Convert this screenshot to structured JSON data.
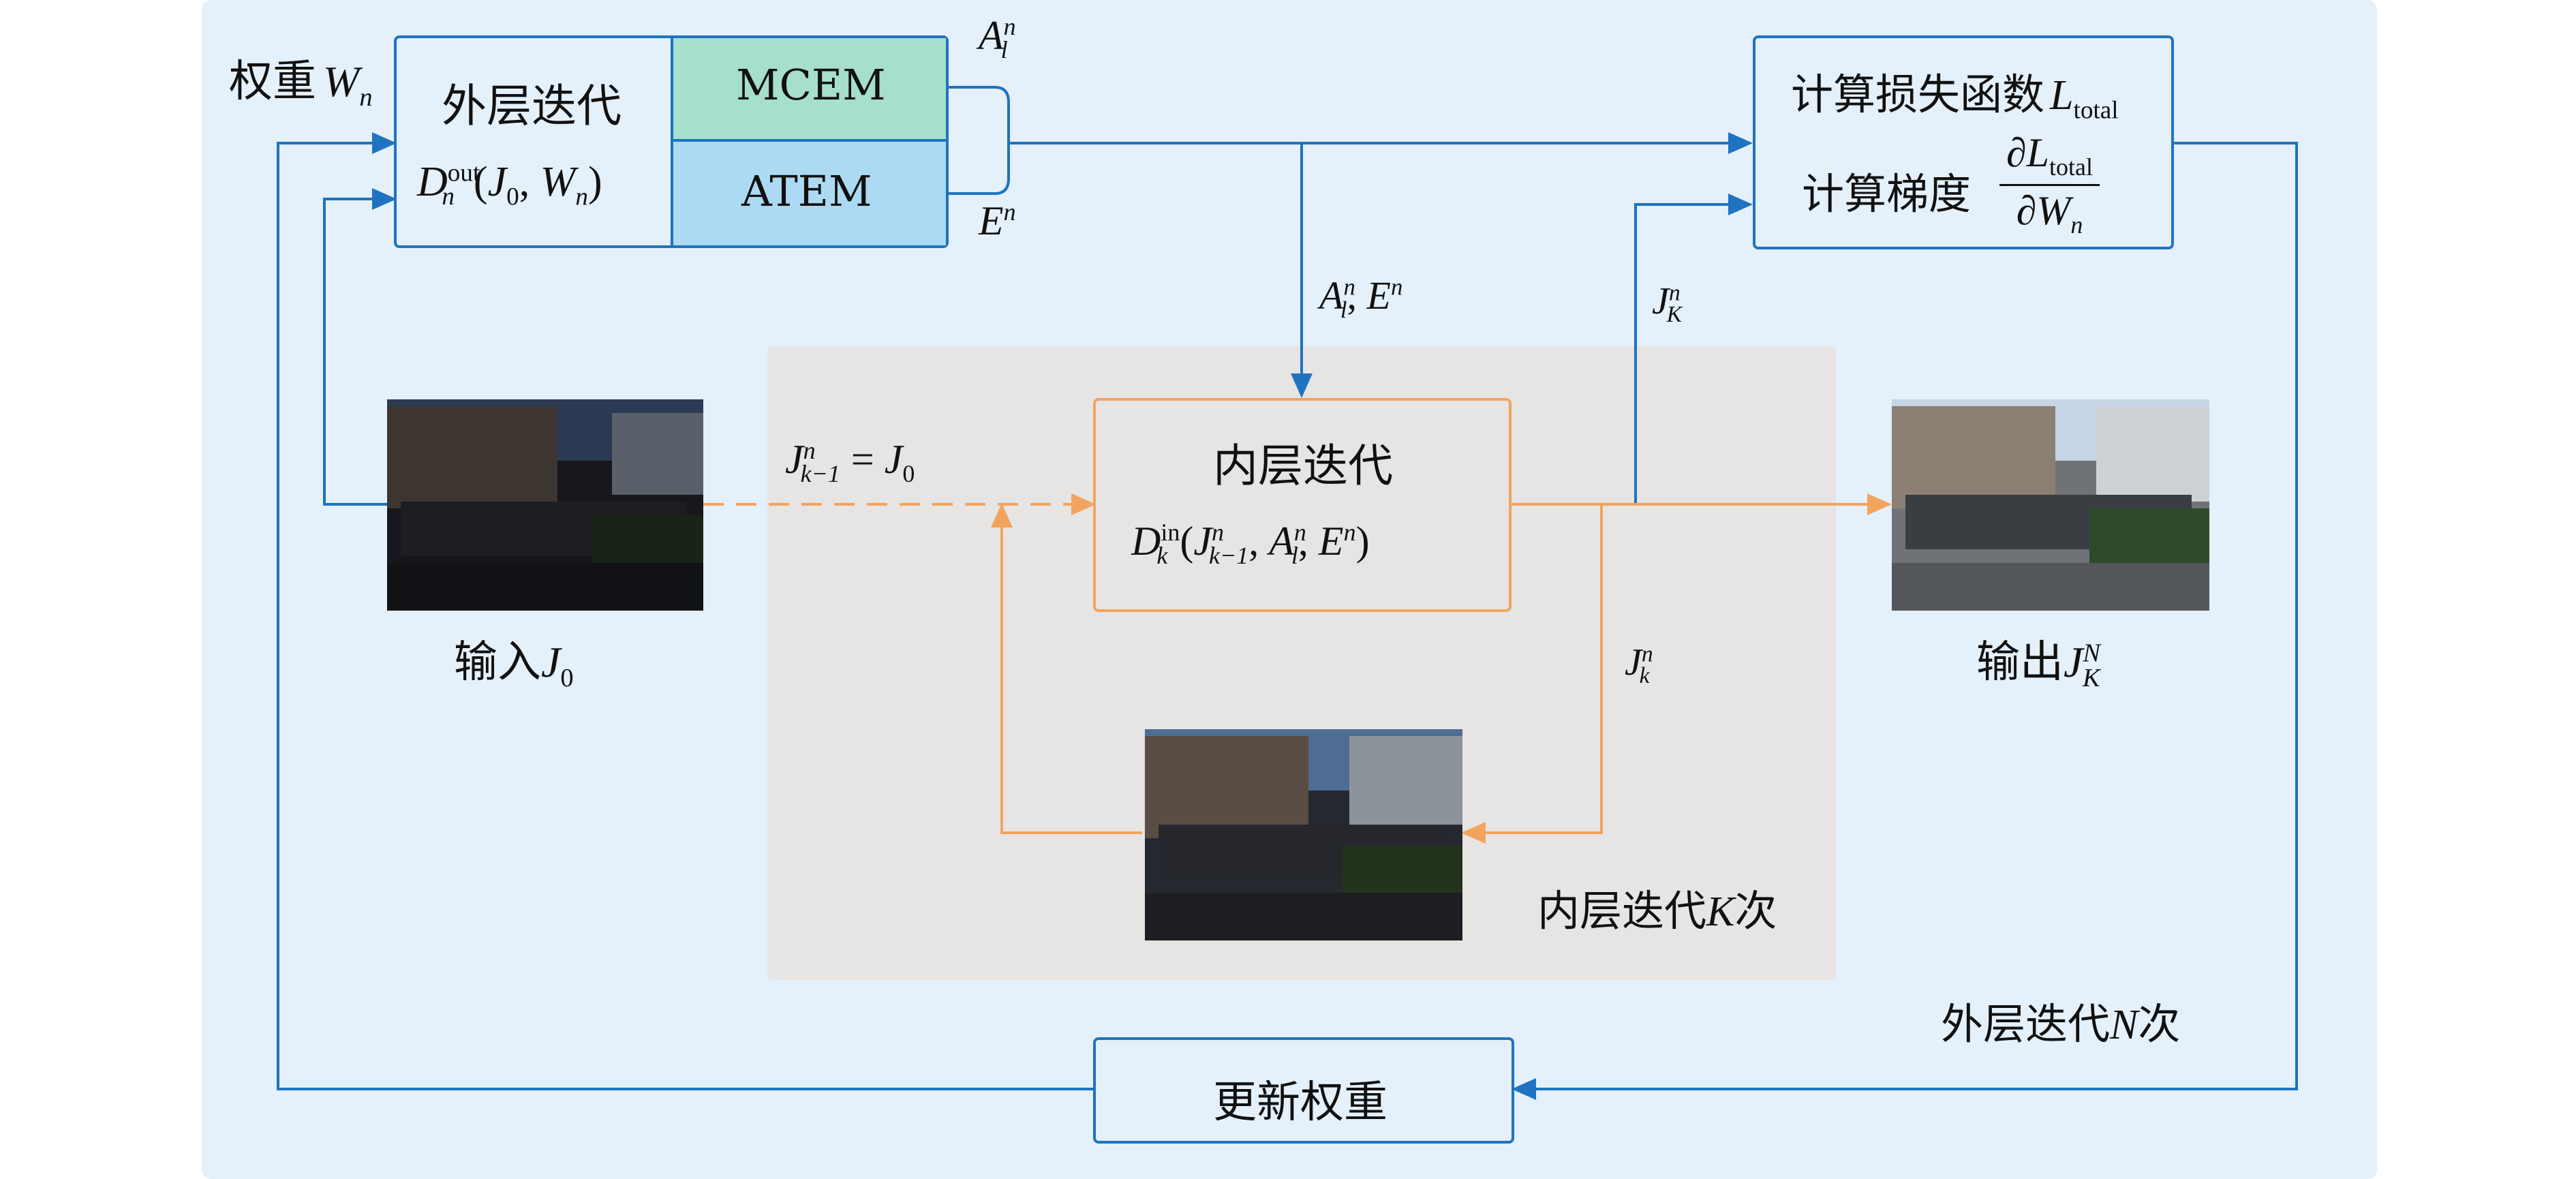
{
  "outer": {
    "weight_label": "权重",
    "weight_symbol": "W",
    "weight_sub": "n",
    "box_title": "外层迭代",
    "box_formula_D": "D",
    "box_formula_sup": "out",
    "box_formula_sub": "n",
    "box_formula_args": "(J",
    "box_formula_args2": "0",
    "box_formula_args3": ", W",
    "box_formula_args4": "n",
    "box_formula_close": ")",
    "mcem": "MCEM",
    "atem": "ATEM",
    "mcem_color": "#a6dfca",
    "atem_color": "#acdaf2",
    "out_A": "A",
    "out_A_sup": "n",
    "out_A_sub": "l",
    "out_E": "E",
    "out_E_sup": "n",
    "iterations_label": "外层迭代",
    "iterations_symbol": "N",
    "iterations_suffix": "次"
  },
  "loss": {
    "line1": "计算损失函数",
    "line1_L": "L",
    "line1_sub": "total",
    "line2": "计算梯度",
    "frac_num": "∂L",
    "frac_num_sub": "total",
    "frac_den": "∂W",
    "frac_den_sub": "n"
  },
  "update": {
    "label": "更新权重"
  },
  "input": {
    "label": "输入",
    "symbol": "J",
    "sub": "0"
  },
  "output": {
    "label": "输出",
    "symbol": "J",
    "sub": "K",
    "sup": "N"
  },
  "inner": {
    "box_title": "内层迭代",
    "D": "D",
    "D_sup": "in",
    "D_sub": "k",
    "args": "(J",
    "args_sup": "n",
    "args_sub": "k−1",
    "args2": ", A",
    "args2_sup": "n",
    "args2_sub": "l",
    "args3": ", E",
    "args3_sup": "n",
    "args_close": ")",
    "iterations_label": "内层迭代",
    "iterations_symbol": "K",
    "iterations_suffix": "次",
    "init_J": "J",
    "init_sup": "n",
    "init_sub": "k−1",
    "init_eq": "= J",
    "init_eq_sub": "0",
    "in_A": "A",
    "in_A_sup": "n",
    "in_A_sub": "l",
    "in_E": ", E",
    "in_E_sup": "n",
    "JK": "J",
    "JK_sup": "n",
    "JK_sub": "K",
    "Jk": "J",
    "Jk_sup": "n",
    "Jk_sub": "k"
  },
  "colors": {
    "blue": "#1f73c0",
    "orange": "#f2a45e",
    "bg": "#e4f0fa",
    "inner_bg": "#e6e5e4"
  }
}
